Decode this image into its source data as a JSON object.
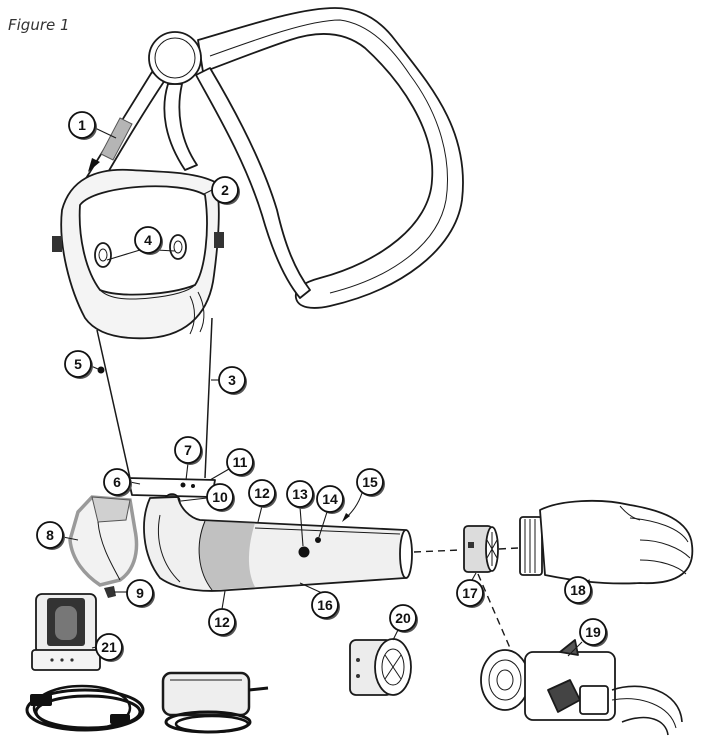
{
  "figure": {
    "caption": "Figure 1"
  },
  "callouts": [
    {
      "label": "1"
    },
    {
      "label": "2"
    },
    {
      "label": "3"
    },
    {
      "label": "4"
    },
    {
      "label": "5"
    },
    {
      "label": "6"
    },
    {
      "label": "7"
    },
    {
      "label": "8"
    },
    {
      "label": "9"
    },
    {
      "label": "10"
    },
    {
      "label": "11"
    },
    {
      "label": "12"
    },
    {
      "label": "12"
    },
    {
      "label": "13"
    },
    {
      "label": "14"
    },
    {
      "label": "15"
    },
    {
      "label": "16"
    },
    {
      "label": "17"
    },
    {
      "label": "18"
    },
    {
      "label": "19"
    },
    {
      "label": "20"
    },
    {
      "label": "21"
    }
  ]
}
